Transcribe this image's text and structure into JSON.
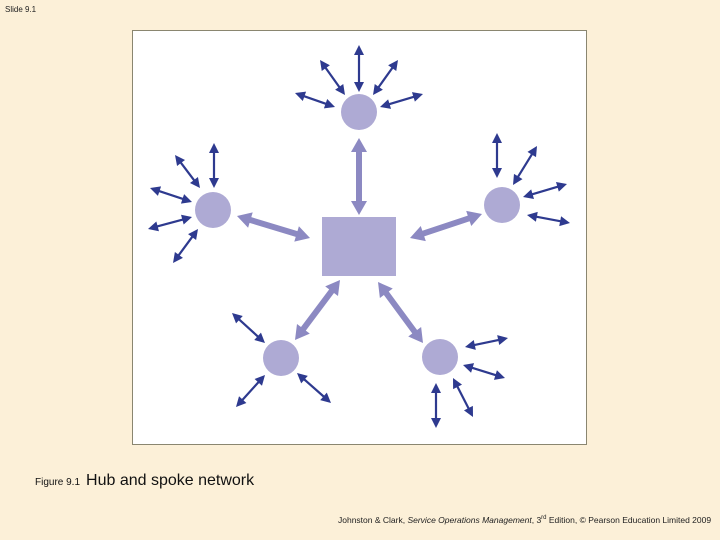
{
  "slide_label": "Slide 9.1",
  "caption": {
    "label": "Figure 9.1",
    "title": "Hub and spoke network"
  },
  "footer": {
    "authors": "Johnston & Clark, ",
    "book": "Service Operations Management",
    "edition_num": ", 3",
    "edition_sup": "rd",
    "rest": " Edition, © Pearson Education Limited 2009"
  },
  "diagram": {
    "hub_color": "#aeaad4",
    "node_color": "#aeaad4",
    "spoke_color": "#8c89c2",
    "link_color": "#2e3a8f",
    "nodes": [
      {
        "id": "top",
        "links": 5
      },
      {
        "id": "left",
        "links": 5
      },
      {
        "id": "right",
        "links": 4
      },
      {
        "id": "bottom-left",
        "links": 3
      },
      {
        "id": "bottom-right",
        "links": 4
      }
    ]
  }
}
